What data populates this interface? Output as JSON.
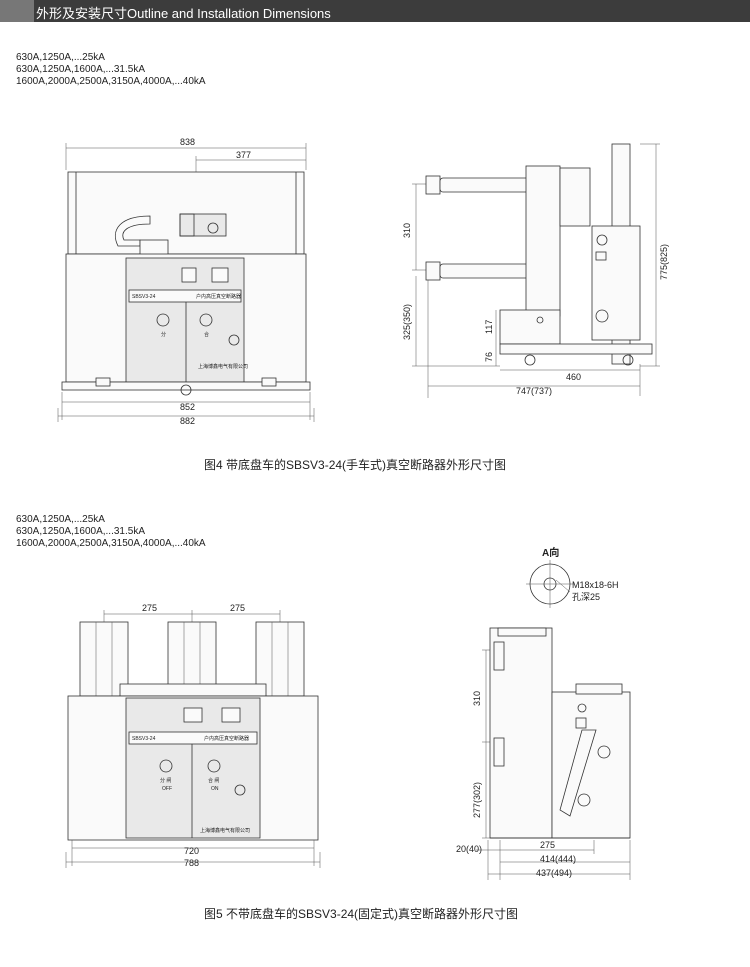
{
  "header": {
    "title": "外形及安装尺寸Outline and Installation Dimensions"
  },
  "figure4": {
    "ratings": [
      "630A,1250A,...25kA",
      "630A,1250A,1600A,...31.5kA",
      "1600A,2000A,2500A,3150A,4000A,...40kA"
    ],
    "dims": {
      "d838": "838",
      "d377": "377",
      "d852": "852",
      "d882": "882",
      "d310": "310",
      "d325": "325(350)",
      "d117": "117",
      "d76": "76",
      "d460": "460",
      "d747": "747(737)",
      "d775": "775(825)"
    },
    "panel": {
      "model": "SBSV3-24",
      "name": "户内高压真空断路器",
      "open": "分",
      "close": "合",
      "maker": "上海博鑫电气有限公司"
    },
    "caption": "图4 带底盘车的SBSV3-24(手车式)真空断路器外形尺寸图"
  },
  "figure5": {
    "ratings": [
      "630A,1250A,...25kA",
      "630A,1250A,1600A,...31.5kA",
      "1600A,2000A,2500A,3150A,4000A,...40kA"
    ],
    "view_label": "A向",
    "thread_label": "M18x18-6H",
    "hole_label": "孔深25",
    "dims": {
      "d275a": "275",
      "d275b": "275",
      "d720": "720",
      "d788": "788",
      "d310": "310",
      "d277": "277(302)",
      "d20": "20(40)",
      "d275c": "275",
      "d414": "414(444)",
      "d437": "437(494)"
    },
    "panel": {
      "model": "SBSV3-24",
      "name": "户内高压真空断路器",
      "open": "分 闸",
      "close": "合 闸",
      "off": "OFF",
      "on": "ON",
      "maker": "上海博鑫电气有限公司"
    },
    "caption": "图5 不带底盘车的SBSV3-24(固定式)真空断路器外形尺寸图"
  }
}
